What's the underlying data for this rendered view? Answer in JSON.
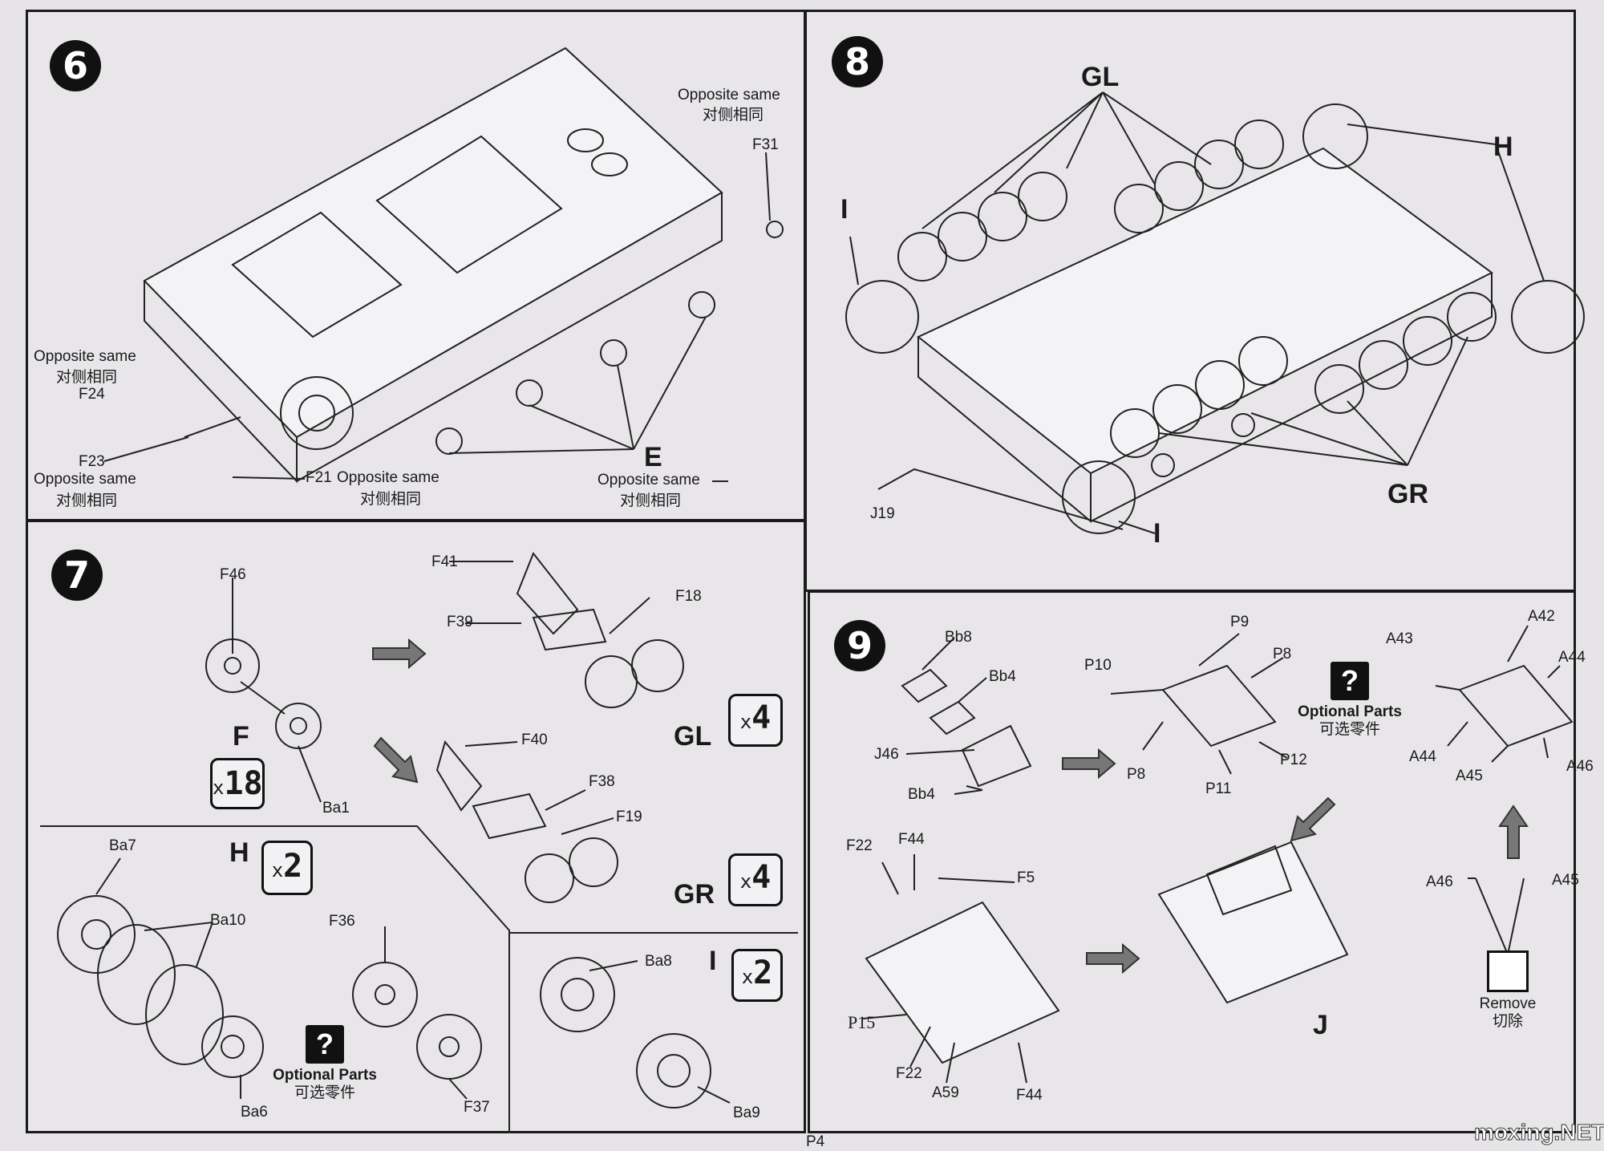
{
  "page_number": "P4",
  "watermark": "moxing.NET",
  "step6": {
    "number": "6",
    "labels": {
      "f31": "F31",
      "f24": "F24",
      "f23": "F23",
      "f21": "F21",
      "e": "E",
      "opp_en_tr": "Opposite same",
      "opp_zh_tr": "对侧相同",
      "opp_en_l1": "Opposite same",
      "opp_zh_l1": "对侧相同",
      "opp_en_l2": "Opposite same",
      "opp_zh_l2": "对侧相同",
      "opp_en_m": "Opposite same",
      "opp_zh_m": "对侧相同",
      "opp_en_e": "Opposite same",
      "opp_zh_e": "对侧相同"
    }
  },
  "step7": {
    "number": "7",
    "labels": {
      "f46": "F46",
      "f": "F",
      "ba1": "Ba1",
      "f41": "F41",
      "f39": "F39",
      "f18": "F18",
      "gl": "GL",
      "f40": "F40",
      "f38": "F38",
      "f19": "F19",
      "gr": "GR",
      "h": "H",
      "ba7": "Ba7",
      "ba10": "Ba10",
      "ba6": "Ba6",
      "f36": "F36",
      "f37": "F37",
      "i": "I",
      "ba8": "Ba8",
      "ba9": "Ba9"
    },
    "qty": {
      "f_x": "x",
      "f_n": "18",
      "gl_x": "x",
      "gl_n": "4",
      "gr_x": "x",
      "gr_n": "4",
      "h_x": "x",
      "h_n": "2",
      "i_x": "x",
      "i_n": "2"
    },
    "optional": {
      "mark": "?",
      "en": "Optional Parts",
      "zh": "可选零件"
    }
  },
  "step8": {
    "number": "8",
    "labels": {
      "gl": "GL",
      "h": "H",
      "i_top": "I",
      "i_bottom": "I",
      "gr": "GR",
      "j19": "J19"
    }
  },
  "step9": {
    "number": "9",
    "labels": {
      "bb8": "Bb8",
      "bb4_a": "Bb4",
      "j46": "J46",
      "bb4_b": "Bb4",
      "p10": "P10",
      "p9": "P9",
      "p8_a": "P8",
      "p8_b": "P8",
      "p11": "P11",
      "p12": "P12",
      "a43": "A43",
      "a42": "A42",
      "a44_a": "A44",
      "a44_b": "A44",
      "a45_a": "A45",
      "a46_a": "A46",
      "a46_b": "A46",
      "a45_b": "A45",
      "f22_a": "F22",
      "f44_a": "F44",
      "f5": "F5",
      "p15": "P15",
      "f22_b": "F22",
      "a59": "A59",
      "f44_b": "F44",
      "j": "J"
    },
    "optional": {
      "mark": "?",
      "en": "Optional Parts",
      "zh": "可选零件"
    },
    "remove": {
      "en": "Remove",
      "zh": "切除"
    }
  }
}
